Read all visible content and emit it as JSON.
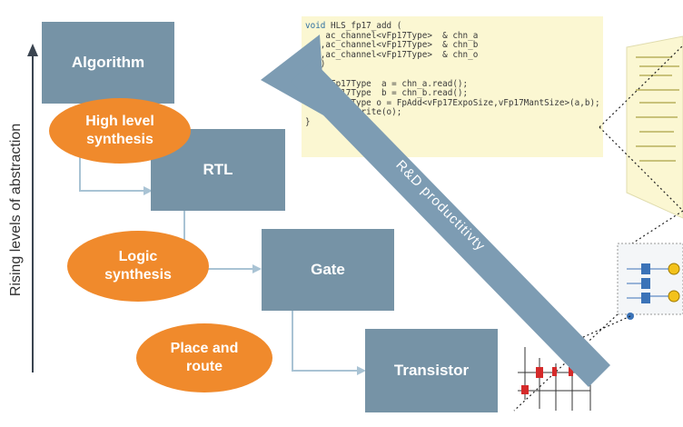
{
  "y_axis_label": "Rising levels of abstraction",
  "levels": {
    "algorithm": "Algorithm",
    "rtl": "RTL",
    "gate": "Gate",
    "transistor": "Transistor"
  },
  "steps": {
    "high_level_synthesis": "High level\nsynthesis",
    "logic_synthesis": "Logic\nsynthesis",
    "place_and_route": "Place and\nroute"
  },
  "arrow_label": "R&D productitivty",
  "code": {
    "line1_kw": "void",
    "line1_rest": " HLS_fp17_add (",
    "lines": [
      "    ac_channel<vFp17Type>  & chn_a",
      "   ,ac_channel<vFp17Type>  & chn_b",
      "   ,ac_channel<vFp17Type>  & chn_o",
      "   )",
      "{",
      "    vFp17Type  a = chn_a.read();",
      "    vFp17Type  b = chn_b.read();",
      "",
      "    vFp17Type o = FpAdd<vFp17ExpoSize,vFp17MantSize>(a,b);",
      "    chn_o.write(o);",
      "}"
    ]
  },
  "colors": {
    "box": "#7693a6",
    "oval": "#f08a2c",
    "connector": "#a9c3d4",
    "big_arrow": "#7d9cb3",
    "code_bg": "#fbf7d2"
  }
}
